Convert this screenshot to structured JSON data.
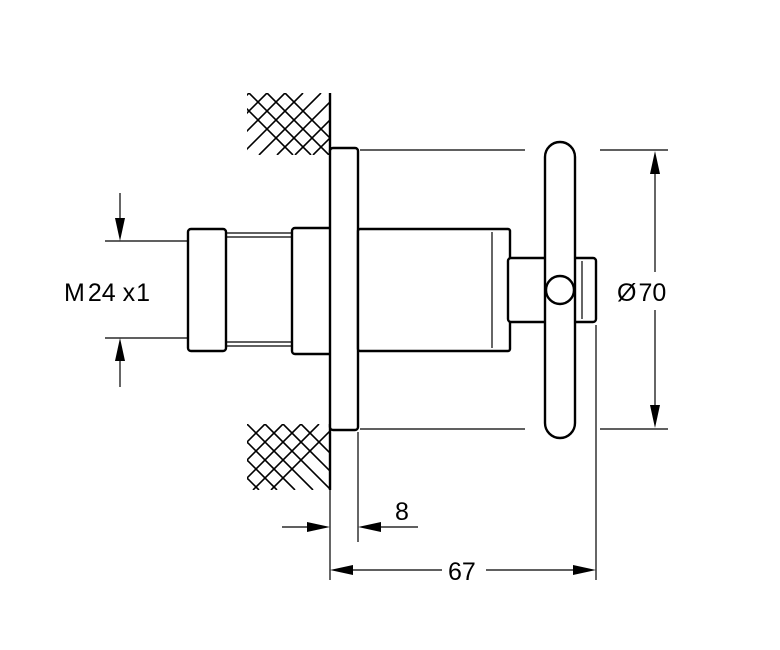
{
  "dimensions": {
    "thread": "M24x1",
    "thread_parts": [
      "M",
      "24",
      "x",
      "1"
    ],
    "diameter": "Ø70",
    "diameter_parts": [
      "Ø",
      "70"
    ],
    "rosette_thickness": "8",
    "overall_depth": "67"
  }
}
